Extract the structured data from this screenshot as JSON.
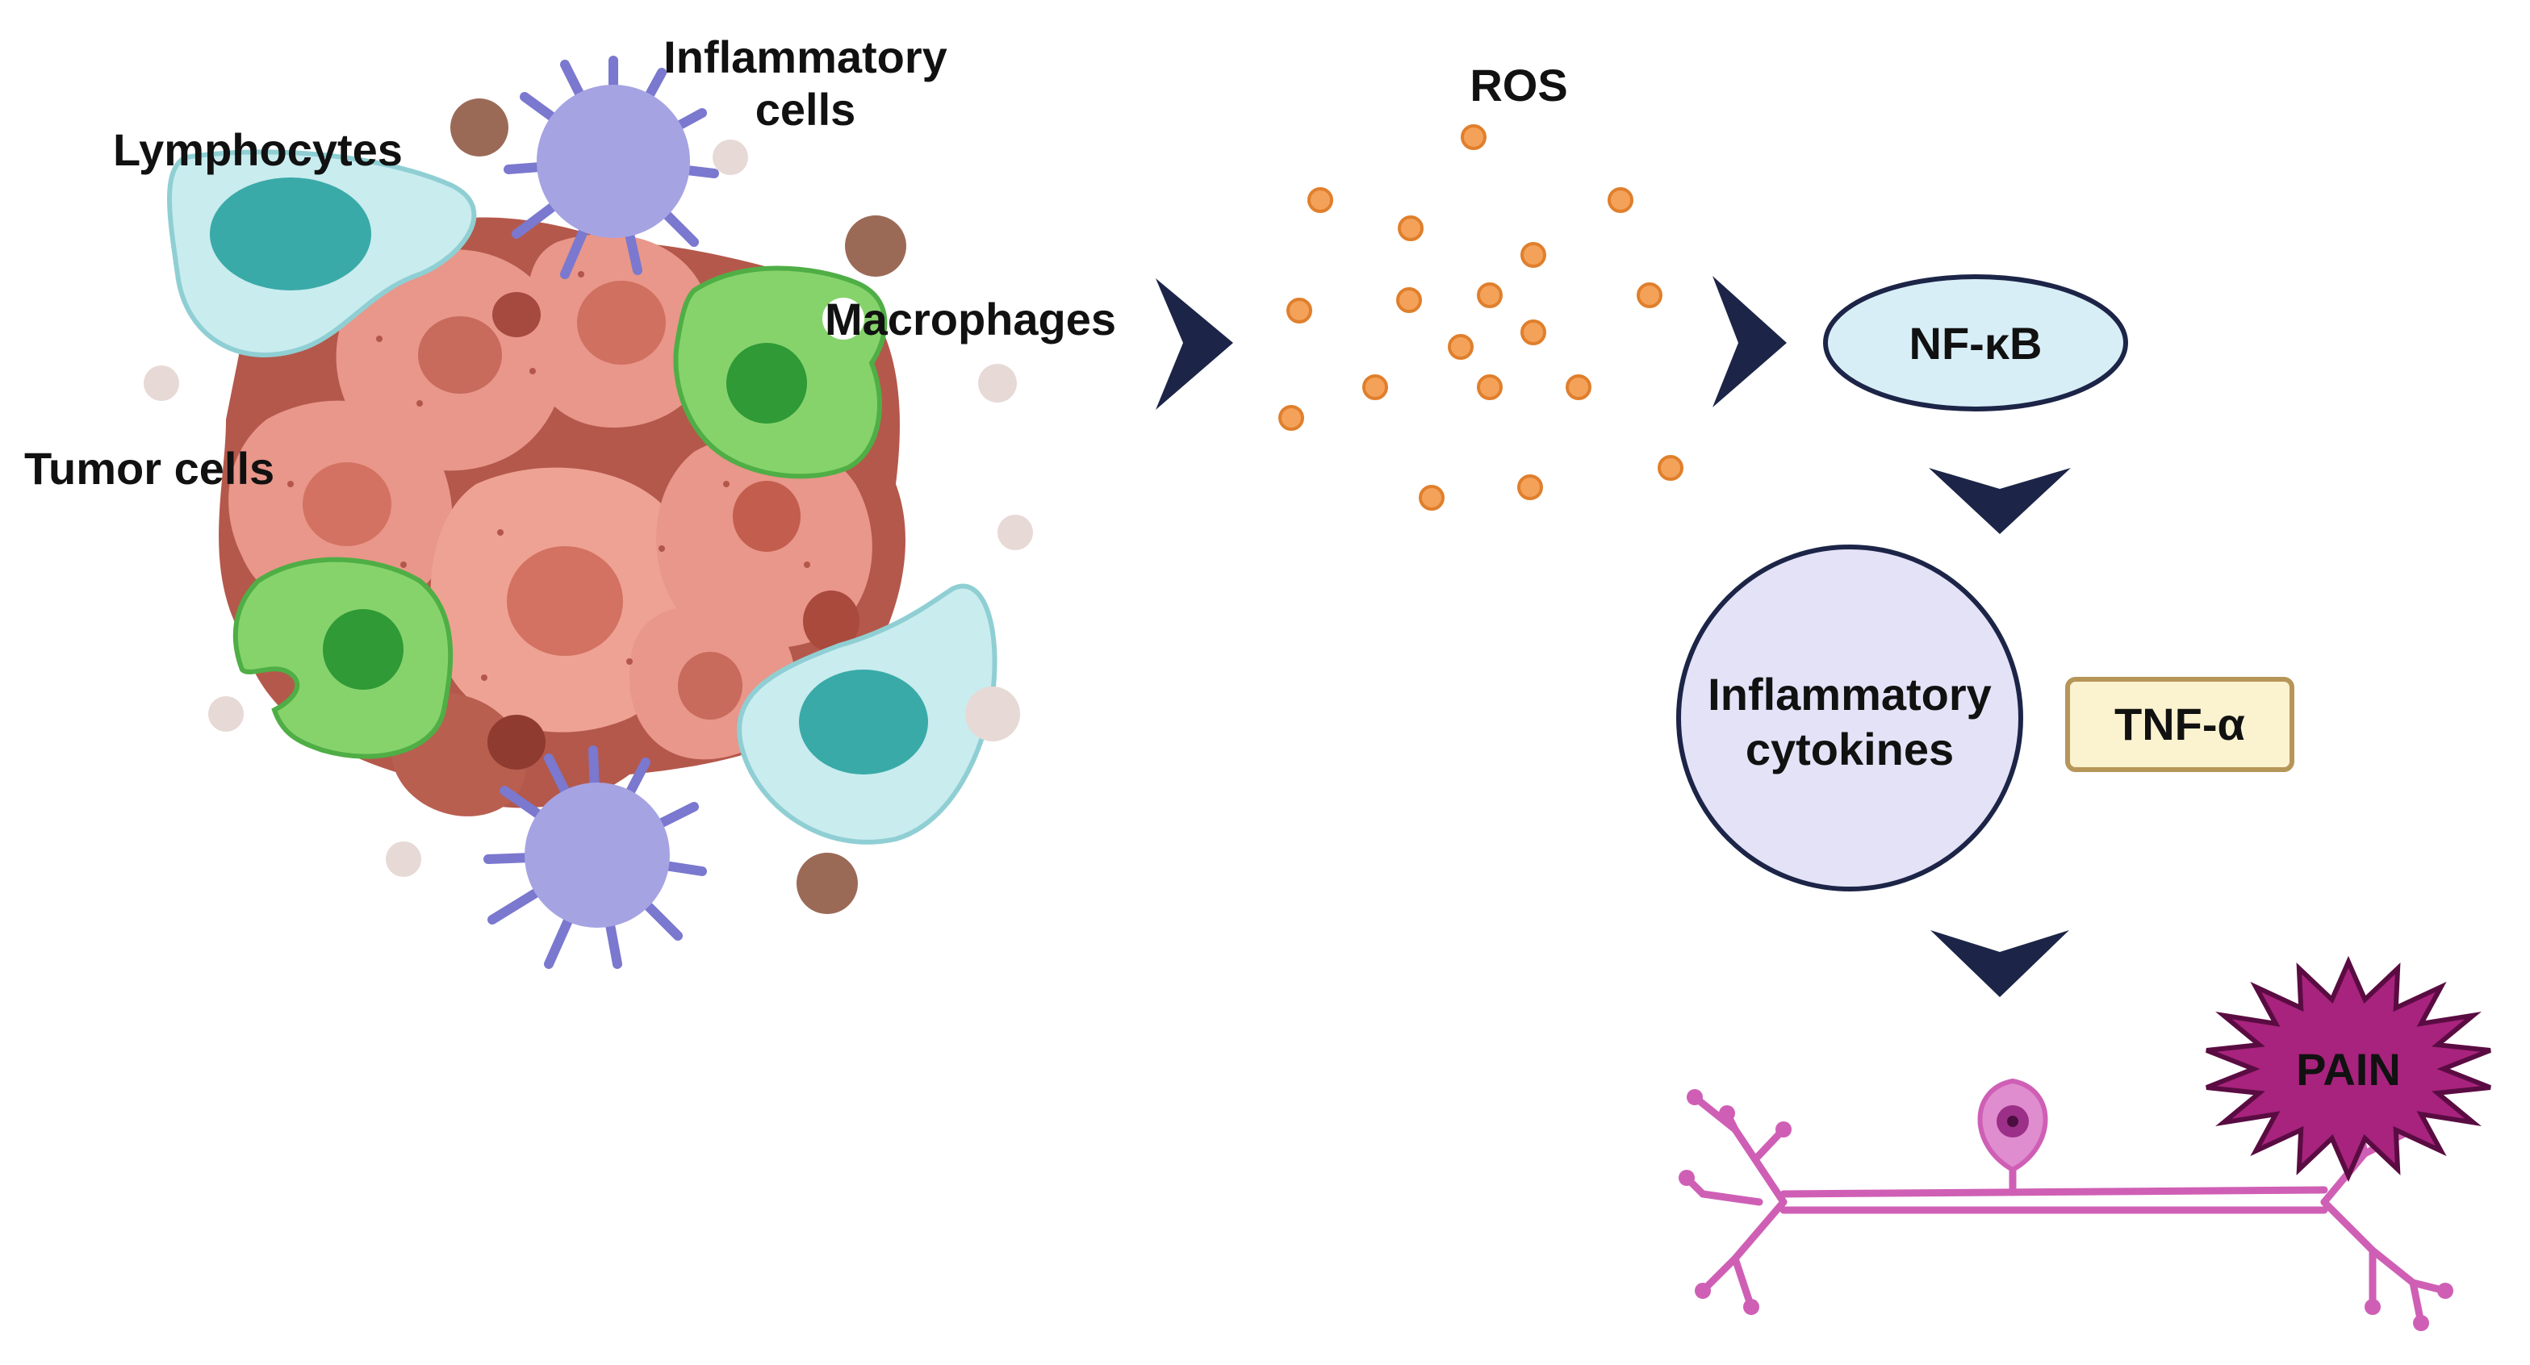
{
  "labels": {
    "inflammatory_cells_line1": "Inflammatory",
    "inflammatory_cells_line2": "cells",
    "lymphocytes": "Lymphocytes",
    "macrophages": "Macrophages",
    "tumor_cells": "Tumor cells",
    "ros": "ROS",
    "nfkb": "NF-κB",
    "cytokines_line1": "Inflammatory",
    "cytokines_line2": "cytokines",
    "tnf": "TNF-α",
    "pain": "PAIN"
  },
  "colors": {
    "tumor": "#e8978a",
    "tumor_dark": "#b4584b",
    "tumor_nucleus": "#d37262",
    "lymphocyte": "#c9ecef",
    "lymphocyte_nucleus": "#3aaaa8",
    "inflammatory_cell": "#a6a3e3",
    "macrophage": "#86d36c",
    "macrophage_nucleus": "#2f9a36",
    "ros_particle": "#f4a25a",
    "arrow": "#1c2547",
    "nfkb_fill": "#d8eef7",
    "cytokine_fill": "#e4e2f7",
    "tnf_fill": "#fbf2cf",
    "tnf_border": "#b69658",
    "pain_fill": "#a8237d",
    "neuron": "#cf5fb5"
  }
}
